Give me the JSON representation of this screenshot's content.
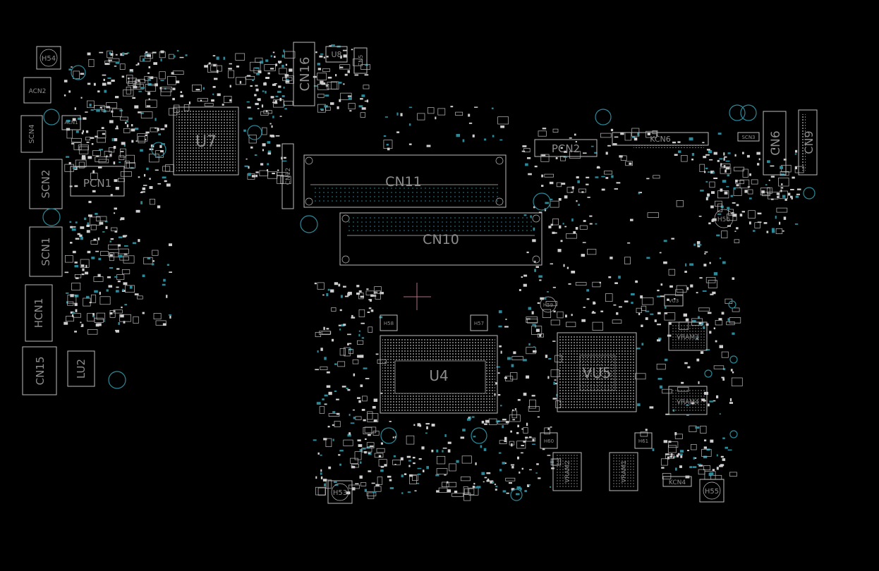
{
  "viewer": {
    "background": "#000000",
    "outline_color": "#bdbdbd",
    "label_color": "#8c8c8c",
    "via_color": "#2a8a9a",
    "cursor_color": "#b07080"
  },
  "components": {
    "h54": "H54",
    "acn2": "ACN2",
    "acn1": "ACN1",
    "scn4": "SCN4",
    "scn2": "SCN2",
    "pcn1": "PCN1",
    "scn1": "SCN1",
    "hcn1": "HCN1",
    "cn15": "CN15",
    "lu2": "LU2",
    "u7": "U7",
    "cn16": "CN16",
    "u8": "U8",
    "cn5": "CN5",
    "cn12": "CN12",
    "cn11": "CN11",
    "cn10": "CN10",
    "pcn2": "PCN2",
    "kcn6": "KCN6",
    "cn6": "CN6",
    "cn9": "CN9",
    "scn3": "SCN3",
    "h56": "H56",
    "h58": "H58",
    "h57": "H57",
    "u4": "U4",
    "vu5": "VU5",
    "h59": "H59",
    "vram3": "VRAM3",
    "vram4": "VRAM4",
    "vram2": "VRAM2",
    "vram1": "VRAM1",
    "h60": "H60",
    "h61": "H61",
    "kcn4": "KCN4",
    "h53": "H53",
    "h55": "H55",
    "vu3": "VU3"
  }
}
